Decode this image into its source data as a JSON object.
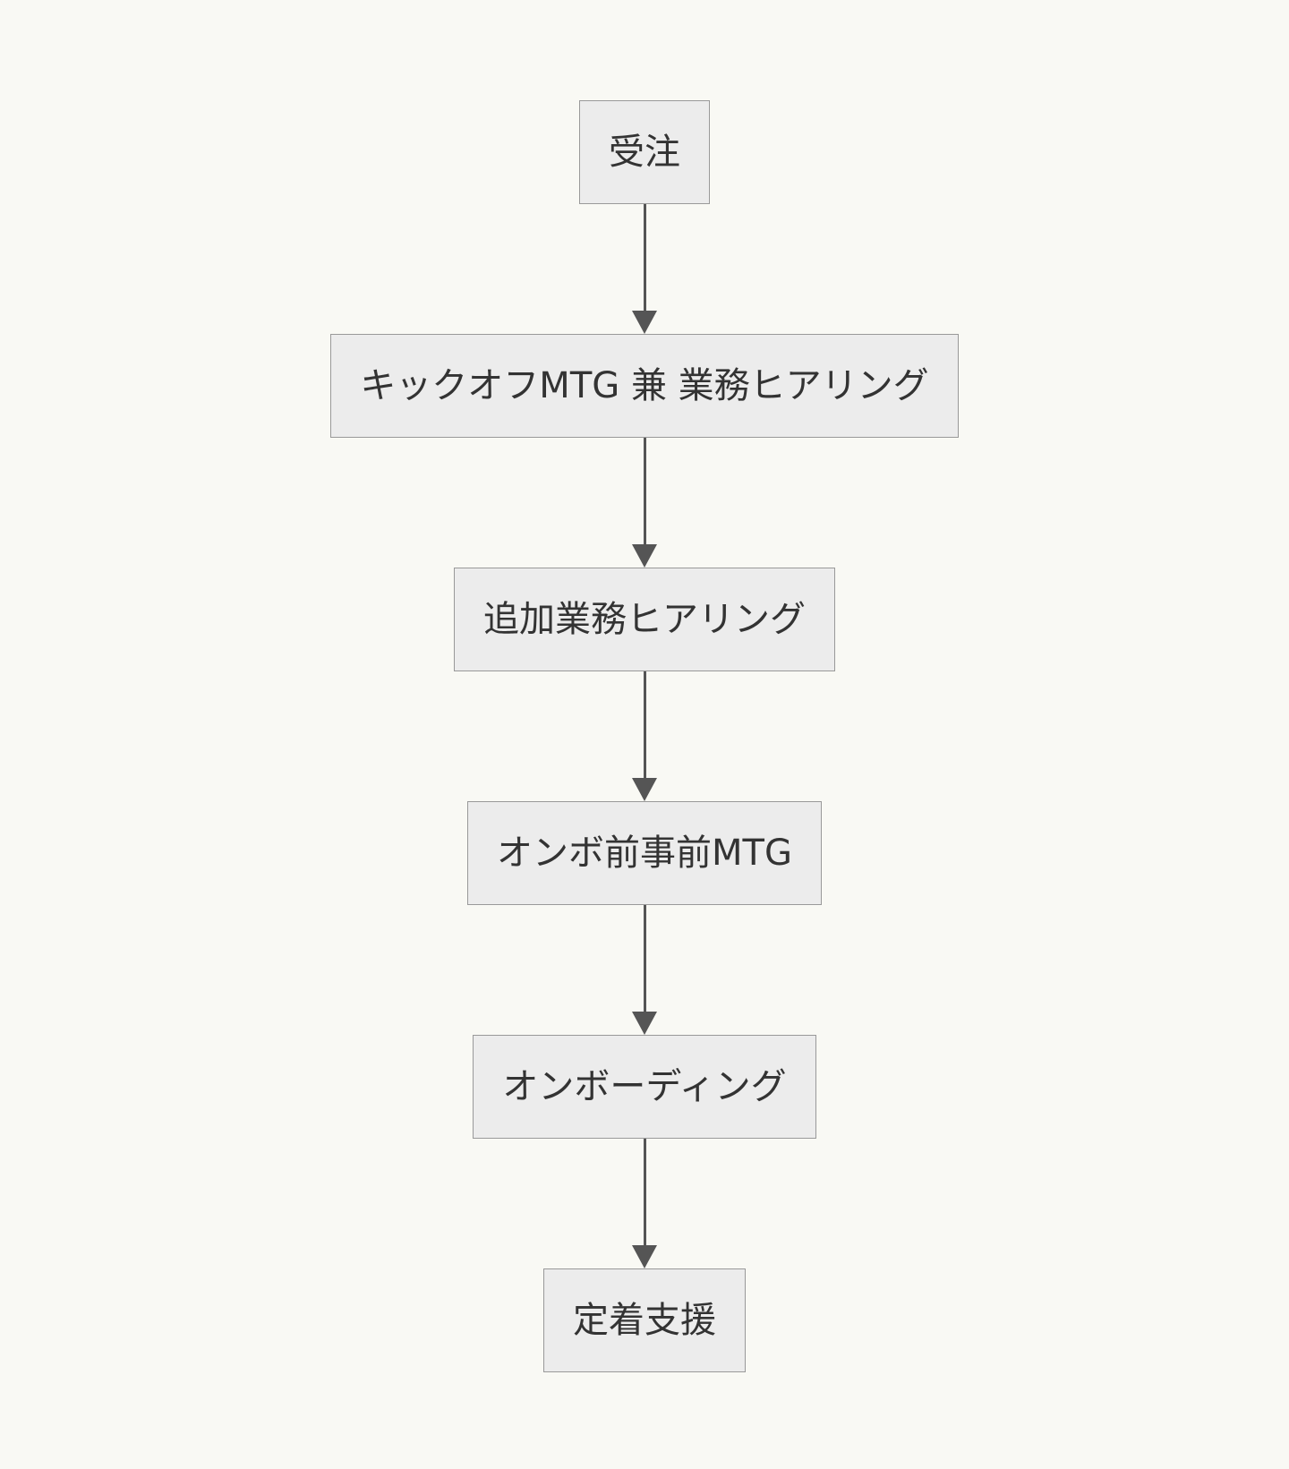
{
  "flowchart": {
    "type": "flowchart-vertical",
    "nodes": [
      {
        "id": "order",
        "label": "受注"
      },
      {
        "id": "kickoff-mtg",
        "label": "キックオフMTG 兼 業務ヒアリング"
      },
      {
        "id": "additional-hearing",
        "label": "追加業務ヒアリング"
      },
      {
        "id": "pre-onboarding-mtg",
        "label": "オンボ前事前MTG"
      },
      {
        "id": "onboarding",
        "label": "オンボーディング"
      },
      {
        "id": "retention-support",
        "label": "定着支援"
      }
    ],
    "edges": [
      {
        "from": "order",
        "to": "kickoff-mtg"
      },
      {
        "from": "kickoff-mtg",
        "to": "additional-hearing"
      },
      {
        "from": "additional-hearing",
        "to": "pre-onboarding-mtg"
      },
      {
        "from": "pre-onboarding-mtg",
        "to": "onboarding"
      },
      {
        "from": "onboarding",
        "to": "retention-support"
      }
    ],
    "colors": {
      "background": "#f9f9f4",
      "node_fill": "#ececec",
      "node_border": "#999999",
      "node_text": "#333333",
      "arrow": "#555555"
    }
  }
}
